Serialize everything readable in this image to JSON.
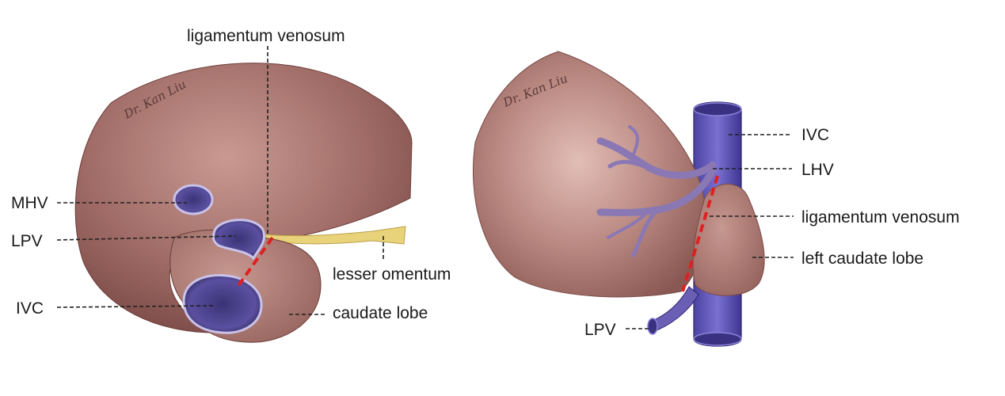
{
  "colors": {
    "liver": "#a06b66",
    "liver_highlight": "#d8b3aa",
    "vessel": "#6b5fb5",
    "vessel_dark": "#2b2459",
    "hepatic_vein": "#8a78b4",
    "omentum": "#e8d27a",
    "fissure_line": "#e02020"
  },
  "signature": "Dr. Kan Liu",
  "left_figure": {
    "labels": {
      "ligamentum_venosum": "ligamentum venosum",
      "mhv": "MHV",
      "lpv": "LPV",
      "ivc": "IVC",
      "lesser_omentum": "lesser omentum",
      "caudate_lobe": "caudate lobe"
    }
  },
  "right_figure": {
    "labels": {
      "ivc": "IVC",
      "lhv": "LHV",
      "ligamentum_venosum": "ligamentum venosum",
      "left_caudate_lobe": "left caudate lobe",
      "lpv": "LPV"
    }
  }
}
